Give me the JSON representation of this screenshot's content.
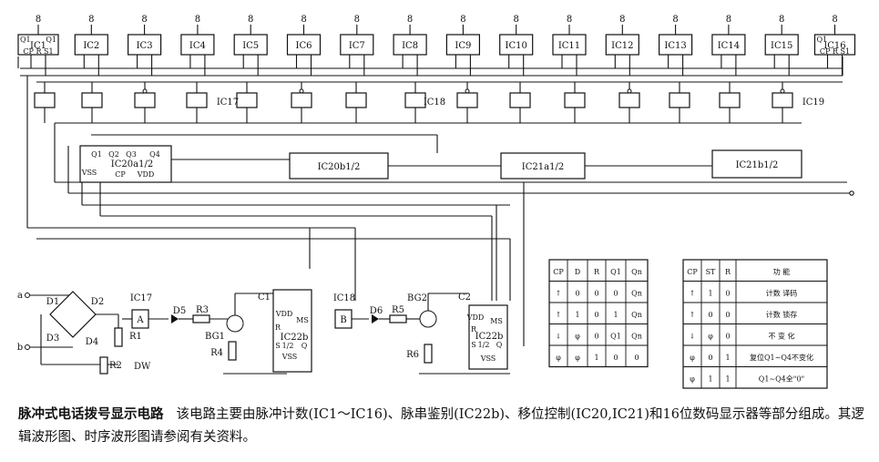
{
  "displays": {
    "segment_glyph": "8",
    "count": 16
  },
  "counters": [
    {
      "id": "ic1",
      "label": "IC1",
      "pins_top": [
        "Q1",
        "Q1"
      ],
      "pins_bot": [
        "CP",
        "R",
        "S1"
      ]
    },
    {
      "id": "ic2",
      "label": "IC2"
    },
    {
      "id": "ic3",
      "label": "IC3"
    },
    {
      "id": "ic4",
      "label": "IC4"
    },
    {
      "id": "ic5",
      "label": "IC5"
    },
    {
      "id": "ic6",
      "label": "IC6"
    },
    {
      "id": "ic7",
      "label": "IC7"
    },
    {
      "id": "ic8",
      "label": "IC8"
    },
    {
      "id": "ic9",
      "label": "IC9"
    },
    {
      "id": "ic10",
      "label": "IC10"
    },
    {
      "id": "ic11",
      "label": "IC11"
    },
    {
      "id": "ic12",
      "label": "IC12"
    },
    {
      "id": "ic13",
      "label": "IC13"
    },
    {
      "id": "ic14",
      "label": "IC14"
    },
    {
      "id": "ic15",
      "label": "IC15"
    },
    {
      "id": "ic16",
      "label": "IC16",
      "pins_top": [
        "Q1"
      ],
      "pins_bot": [
        "CP",
        "R",
        "S1"
      ]
    }
  ],
  "gate_labels": {
    "ic17": "IC17",
    "ic18": "IC18",
    "ic19": "IC19"
  },
  "shift_chips": {
    "ic20a": {
      "label": "IC20a1/2",
      "pins": [
        "Q1",
        "Q2",
        "Q3",
        "Q4",
        "VSS",
        "CP",
        "VDD"
      ]
    },
    "ic20b": {
      "label": "IC20b1/2"
    },
    "ic21a": {
      "label": "IC21a1/2"
    },
    "ic21b": {
      "label": "IC21b1/2"
    }
  },
  "lower": {
    "terminal_a": "a",
    "terminal_b": "b",
    "diodes": [
      "D1",
      "D2",
      "D3",
      "D4",
      "D5",
      "D6"
    ],
    "resistors": [
      "R1",
      "R2",
      "R3",
      "R4",
      "R5",
      "R6"
    ],
    "zener": "DW",
    "caps": [
      "C1",
      "C2"
    ],
    "transistors": [
      "BG1",
      "BG2"
    ],
    "gate_a": "A",
    "gate_b": "B",
    "ic17": "IC17",
    "ic18": "IC18",
    "ic22_left": {
      "label": "IC22b",
      "pins": [
        "VDD",
        "MS",
        "R",
        "S",
        "1/2",
        "Q",
        "VSS"
      ]
    },
    "ic22_right": {
      "label": "IC22b",
      "pins": [
        "VDD",
        "MS",
        "R",
        "S",
        "1/2",
        "Q",
        "VSS"
      ]
    }
  },
  "table1": {
    "headers": [
      "CP",
      "D",
      "R",
      "Q1",
      "Qn"
    ],
    "rows": [
      [
        "↑",
        "0",
        "0",
        "0",
        "Qn"
      ],
      [
        "↑",
        "1",
        "0",
        "1",
        "Qn"
      ],
      [
        "↓",
        "φ",
        "0",
        "Q1",
        "Qn"
      ],
      [
        "φ",
        "φ",
        "1",
        "0",
        "0"
      ]
    ]
  },
  "table2": {
    "headers": [
      "CP",
      "ST",
      "R",
      "功  能"
    ],
    "rows": [
      [
        "↑",
        "1",
        "0",
        "计数  译码"
      ],
      [
        "↑",
        "0",
        "0",
        "计数  锁存"
      ],
      [
        "↓",
        "φ",
        "0",
        "不  变  化"
      ],
      [
        "φ",
        "0",
        "1",
        "复位Q1~Q4不变化"
      ],
      [
        "φ",
        "1",
        "1",
        "Q1~Q4全\"0\""
      ]
    ]
  },
  "caption": {
    "title": "脉冲式电话拨号显示电路",
    "body": "该电路主要由脉冲计数(IC1～IC16)、脉串鉴别(IC22b)、移位控制(IC20,IC21)和16位数码显示器等部分组成。其逻辑波形图、时序波形图请参阅有关资料。"
  }
}
